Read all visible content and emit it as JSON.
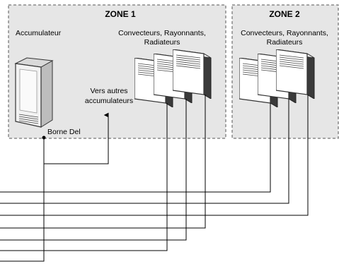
{
  "zones": [
    {
      "title": "ZONE 1",
      "labels": {
        "accumulator": "Accumulateur",
        "convectors_line1": "Convecteurs, Rayonnants,",
        "convectors_line2": "Radiateurs",
        "other_acc_line1": "Vers autres",
        "other_acc_line2": "accumulateurs",
        "terminal": "Borne Del"
      }
    },
    {
      "title": "ZONE 2",
      "labels": {
        "convectors_line1": "Convecteurs, Rayonnants,",
        "convectors_line2": "Radiateurs"
      }
    }
  ],
  "colors": {
    "zone_fill": "#e6e6e6",
    "zone_border": "#555555",
    "wire": "#000000"
  },
  "icons": [
    "accumulator-heater-icon",
    "panel-heater-icon",
    "arrow-up-icon",
    "junction-dot-icon"
  ]
}
